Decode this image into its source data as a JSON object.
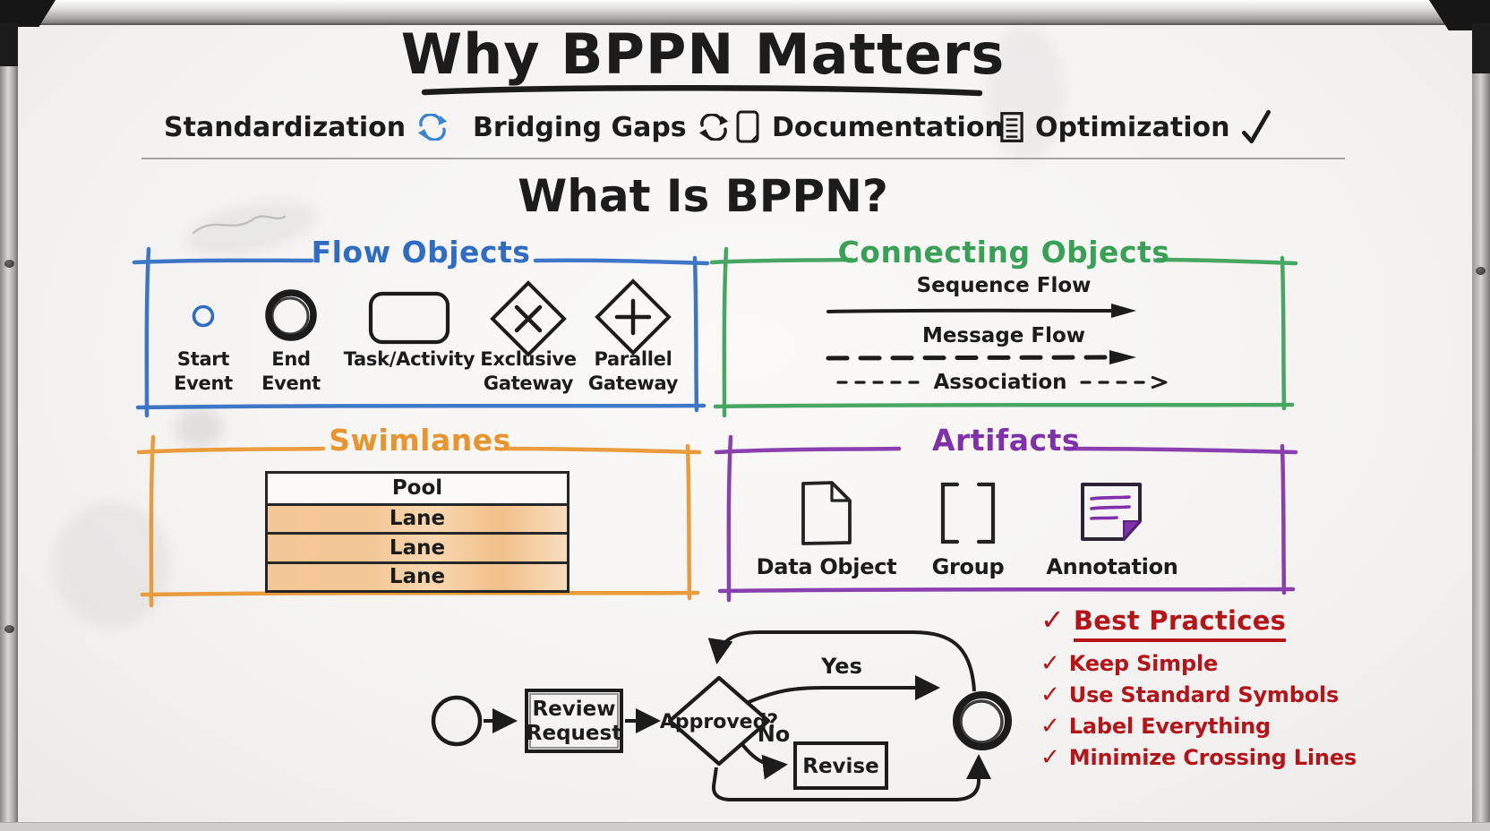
{
  "whiteboard": {
    "title": "Why BPPN Matters",
    "question": "What Is BPPN?"
  },
  "features": {
    "items": [
      {
        "label": "Standardization",
        "icon": "cycle-arrows-blue",
        "icon_color": "#3c85d6"
      },
      {
        "label": "Bridging Gaps",
        "icon": "cycle-arrows-black",
        "icon_color": "#1c1c1c"
      },
      {
        "label": "Documentation",
        "icon": "document",
        "icon_color": "#1c1c1c"
      },
      {
        "label": "Optimization",
        "icon": "lined-document",
        "trailing_icon": "checkmark",
        "icon_color": "#1c1c1c"
      }
    ]
  },
  "sections": {
    "flow_objects": {
      "title": "Flow Objects",
      "color": "#2f6cc3",
      "items": [
        {
          "icon": "start-event-circle",
          "line1": "Start",
          "line2": "Event"
        },
        {
          "icon": "end-event-circle",
          "line1": "End",
          "line2": "Event"
        },
        {
          "icon": "task-rounded-rect",
          "line1": "Task/Activity",
          "line2": ""
        },
        {
          "icon": "exclusive-gateway-diamond-x",
          "line1": "Exclusive",
          "line2": "Gateway"
        },
        {
          "icon": "parallel-gateway-diamond-plus",
          "line1": "Parallel",
          "line2": "Gateway"
        }
      ]
    },
    "connecting_objects": {
      "title": "Connecting Objects",
      "color": "#38a057",
      "items": [
        {
          "label": "Sequence Flow",
          "line_style": "solid-arrow"
        },
        {
          "label": "Message Flow",
          "line_style": "dashed-arrow"
        },
        {
          "label": "Association",
          "line_style": "dotted-arrow"
        }
      ]
    },
    "swimlanes": {
      "title": "Swimlanes",
      "color": "#e8952f",
      "pool_rows": [
        "Pool",
        "Lane",
        "Lane",
        "Lane"
      ]
    },
    "artifacts": {
      "title": "Artifacts",
      "color": "#8030a8",
      "items": [
        {
          "icon": "data-object-document",
          "label": "Data Object"
        },
        {
          "icon": "group-brackets",
          "label": "Group"
        },
        {
          "icon": "annotation-note",
          "label": "Annotation"
        }
      ]
    }
  },
  "example_flow": {
    "task1_line1": "Review",
    "task1_line2": "Request",
    "decision": "Approved?",
    "yes_label": "Yes",
    "no_label": "No",
    "task2": "Revise"
  },
  "best_practices": {
    "check_glyph": "✓",
    "title": "Best Practices",
    "color": "#b51419",
    "items": [
      "Keep Simple",
      "Use Standard Symbols",
      "Label Everything",
      "Minimize Crossing Lines"
    ]
  },
  "marker_color": "#1c1c1c"
}
